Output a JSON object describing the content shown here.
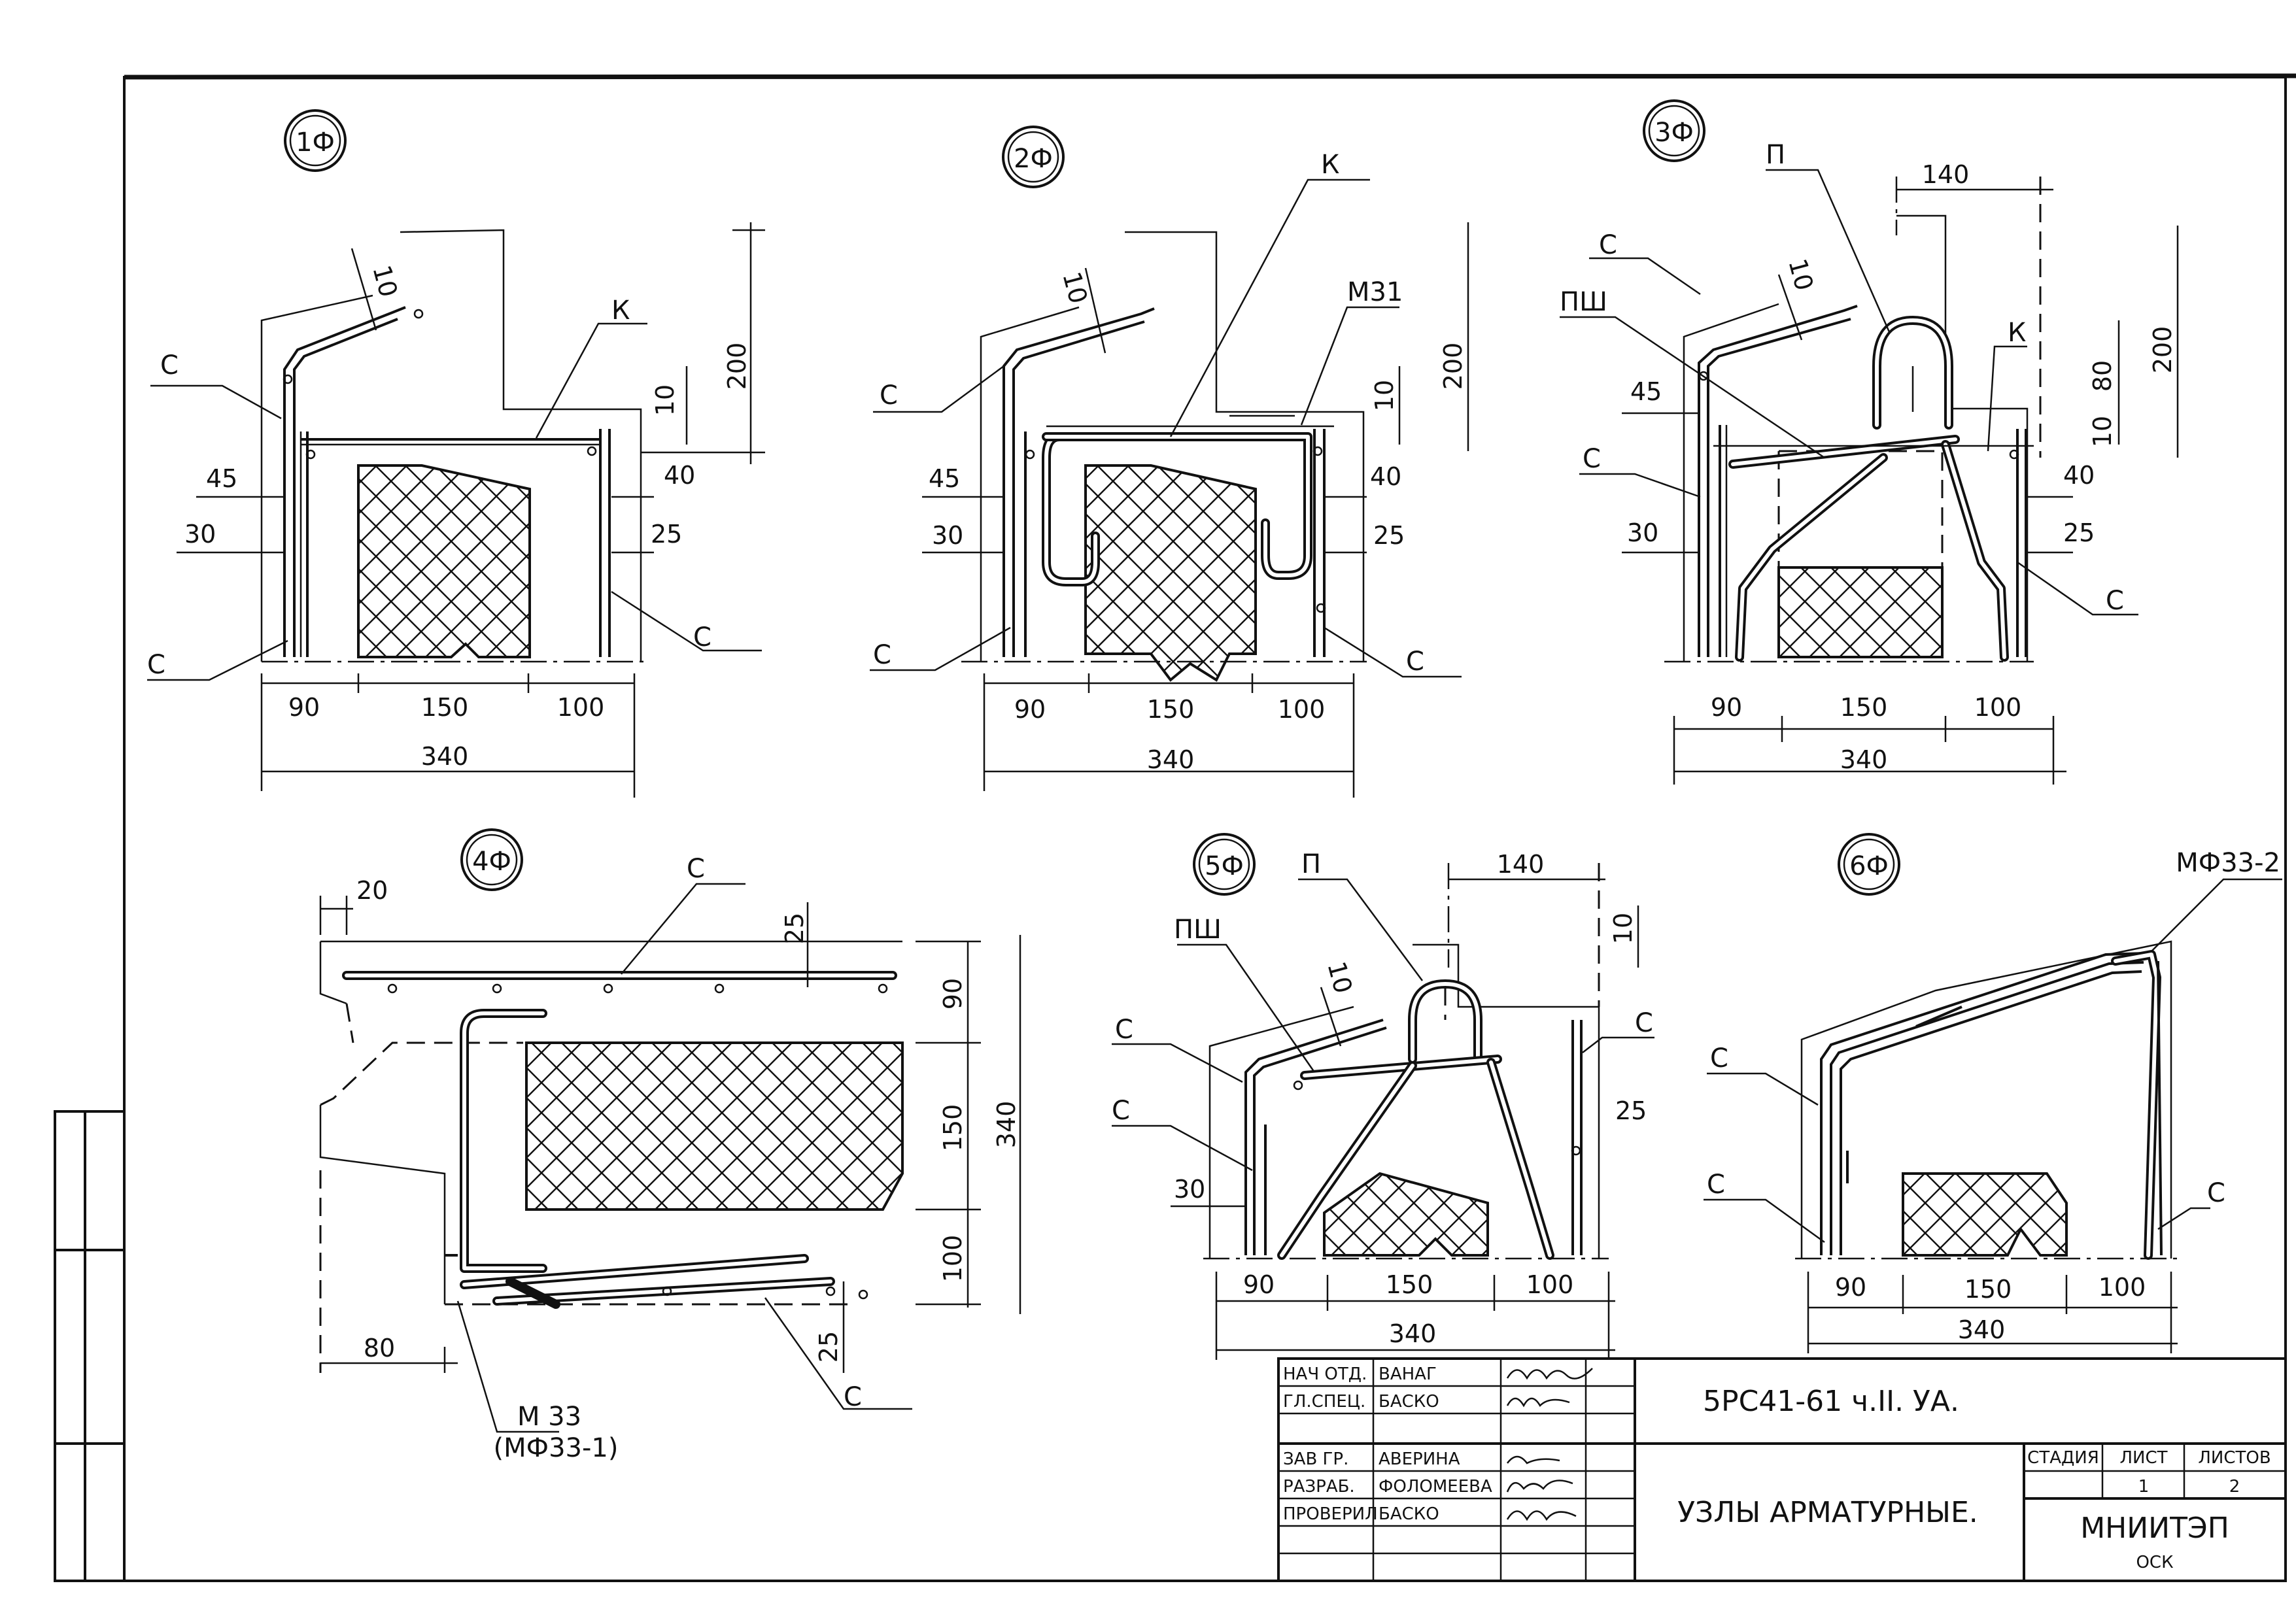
{
  "nodes": {
    "n1": {
      "label": "1Ф",
      "dims": {
        "d90": "90",
        "d150": "150",
        "d100": "100",
        "total": "340",
        "h200": "200",
        "v10": "10",
        "v45": "45",
        "v40": "40",
        "v30": "30",
        "v25": "25",
        "slope": "10"
      },
      "leaders": {
        "c_top": "С",
        "c_bottom": "С",
        "c_right": "С",
        "k": "К"
      }
    },
    "n2": {
      "label": "2Ф",
      "dims": {
        "d90": "90",
        "d150": "150",
        "d100": "100",
        "total": "340",
        "h200": "200",
        "v10": "10",
        "v45": "45",
        "v40": "40",
        "v30": "30",
        "v25": "25",
        "slope": "10"
      },
      "leaders": {
        "c_top": "С",
        "c_bottom": "С",
        "c_right": "С",
        "k": "К",
        "m31": "М31"
      }
    },
    "n3": {
      "label": "3Ф",
      "dims": {
        "d90": "90",
        "d150": "150",
        "d100": "100",
        "total": "340",
        "h200": "200",
        "v80": "80",
        "v10": "10",
        "w140": "140",
        "v45": "45",
        "v40": "40",
        "v30": "30",
        "v25": "25",
        "slope": "10"
      },
      "leaders": {
        "c_top": "С",
        "c_mid": "С",
        "c_right": "С",
        "k": "К",
        "p": "П",
        "psh": "ПШ"
      }
    },
    "n4": {
      "label": "4Ф",
      "dims": {
        "d20": "20",
        "d80": "80",
        "v25a": "25",
        "v25b": "25",
        "v90": "90",
        "v150": "150",
        "v100": "100",
        "total": "340"
      },
      "leaders": {
        "c_top": "С",
        "c_bottom": "С",
        "m33": "М 33",
        "mf33": "(МФ33-1)"
      }
    },
    "n5": {
      "label": "5Ф",
      "dims": {
        "d90": "90",
        "d150": "150",
        "d100": "100",
        "total": "340",
        "w140": "140",
        "v10": "10",
        "v30": "30",
        "v25": "25",
        "slope": "10"
      },
      "leaders": {
        "c_top": "С",
        "c_mid": "С",
        "c_right": "С",
        "p": "П",
        "psh": "ПШ"
      }
    },
    "n6": {
      "label": "6Ф",
      "dims": {
        "d90": "90",
        "d150": "150",
        "d100": "100",
        "total": "340"
      },
      "leaders": {
        "c_top": "С",
        "c_bottom": "С",
        "c_right": "С",
        "mf33_2": "МФ33-2"
      }
    }
  },
  "title_block": {
    "rows": [
      {
        "role": "НАЧ ОТД.",
        "name": "ВАНАГ"
      },
      {
        "role": "ГЛ.СПЕЦ.",
        "name": "БАСКО"
      },
      {
        "role": "ЗАВ ГР.",
        "name": "АВЕРИНА"
      },
      {
        "role": "РАЗРАБ.",
        "name": "ФОЛОМЕЕВА"
      },
      {
        "role": "ПРОВЕРИЛ",
        "name": "БАСКО"
      }
    ],
    "doc_code": "5РС41-61 ч.II. УА.",
    "title": "УЗЛЫ АРМАТУРНЫЕ.",
    "col_stage": "СТАДИЯ",
    "col_sheet": "ЛИСТ",
    "col_sheets": "ЛИСТОВ",
    "sheet": "1",
    "sheets": "2",
    "org": "МНИИТЭП",
    "org_sub": "ОСК"
  }
}
